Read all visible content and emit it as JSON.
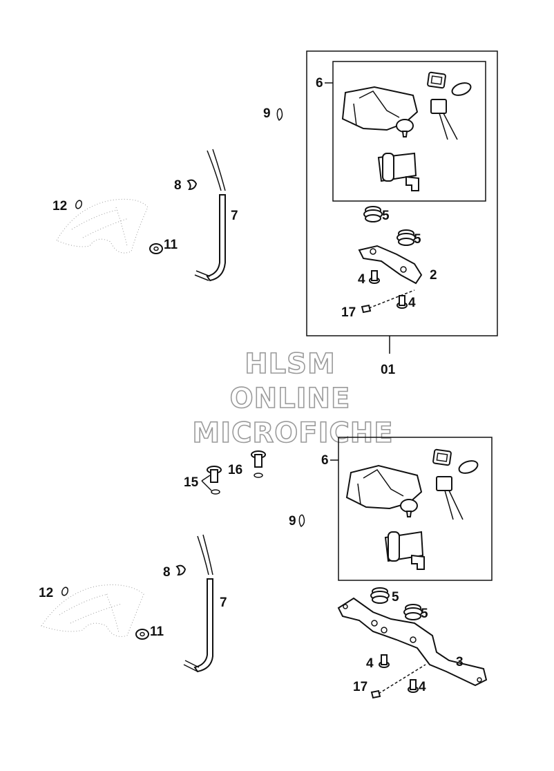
{
  "labels": {
    "top": {
      "p6": "6",
      "p9": "9",
      "p8": "8",
      "p7": "7",
      "p12": "12",
      "p11": "11",
      "p5a": "5",
      "p5b": "5",
      "p4a": "4",
      "p2": "2",
      "p17": "17",
      "p4b": "4",
      "p01": "01"
    },
    "bottom": {
      "p16": "16",
      "p15": "15",
      "p6": "6",
      "p9": "9",
      "p8": "8",
      "p7": "7",
      "p12": "12",
      "p11": "11",
      "p5a": "5",
      "p5b": "5",
      "p4a": "4",
      "p3": "3",
      "p17": "17",
      "p4b": "4"
    }
  },
  "watermark": {
    "line1": "HLSM",
    "line2": "ONLINE",
    "line3": "MICROFICHE"
  }
}
